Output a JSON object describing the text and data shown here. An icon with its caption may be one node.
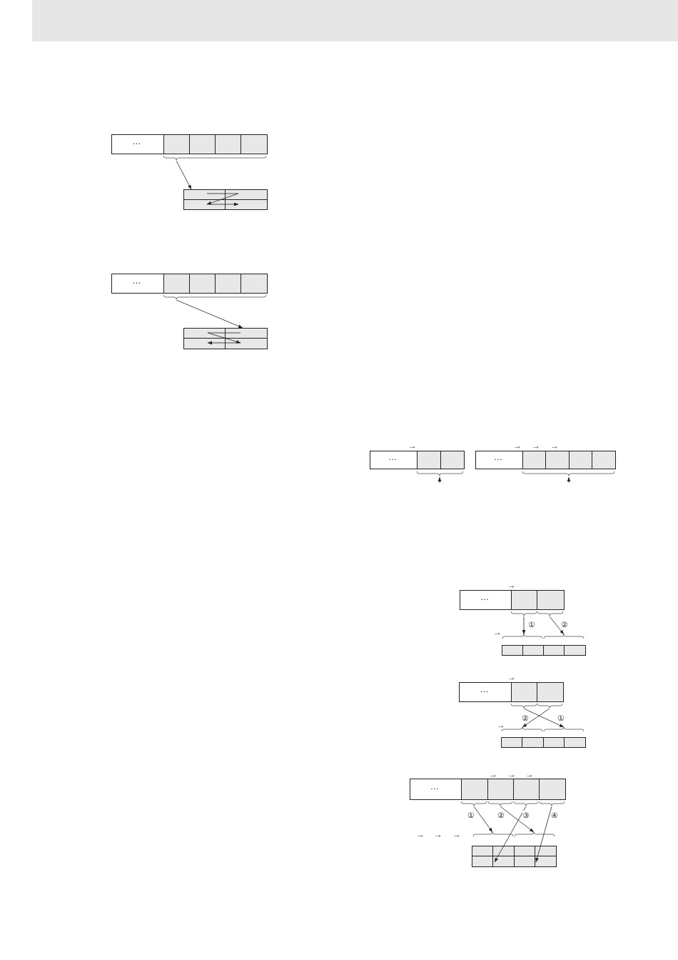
{
  "diagram": {
    "nodes": [
      {
        "text": [
          "···"
        ]
      },
      {
        "text": [],
        "shape": "box"
      },
      {
        "text": [
          "···"
        ]
      },
      {
        "text": [],
        "shape": "box"
      },
      {
        "text": [
          "···"
        ]
      },
      {
        "text": [
          "···"
        ]
      },
      {
        "text": [
          "···"
        ]
      },
      {
        "text": [],
        "shape": "box"
      },
      {
        "text": [
          "···"
        ]
      },
      {
        "text": [],
        "shape": "box"
      },
      {
        "text": [
          "···"
        ]
      },
      {
        "text": [],
        "shape": "box"
      }
    ],
    "edges": [
      {
        "from": 0,
        "to": 1,
        "arrow": "to"
      },
      {
        "from": 2,
        "to": 3,
        "arrow": "to"
      },
      {
        "from": 6,
        "to": 7,
        "arrow": "to",
        "label": "①"
      },
      {
        "from": 6,
        "to": 7,
        "arrow": "to",
        "label": "②"
      },
      {
        "from": 8,
        "to": 9,
        "arrow": "to",
        "label": "①"
      },
      {
        "from": 8,
        "to": 9,
        "arrow": "to",
        "label": "②"
      },
      {
        "from": 10,
        "to": 11,
        "arrow": "to",
        "label": "①"
      },
      {
        "from": 10,
        "to": 11,
        "arrow": "to",
        "label": "②"
      },
      {
        "from": 10,
        "to": 11,
        "arrow": "to",
        "label": "③"
      },
      {
        "from": 10,
        "to": 11,
        "arrow": "to",
        "label": "④"
      }
    ],
    "labels": [
      "→",
      "→",
      "→",
      "→",
      "→",
      "→",
      "→",
      "→",
      "→",
      "→",
      "→",
      "→",
      "→",
      "→"
    ]
  }
}
